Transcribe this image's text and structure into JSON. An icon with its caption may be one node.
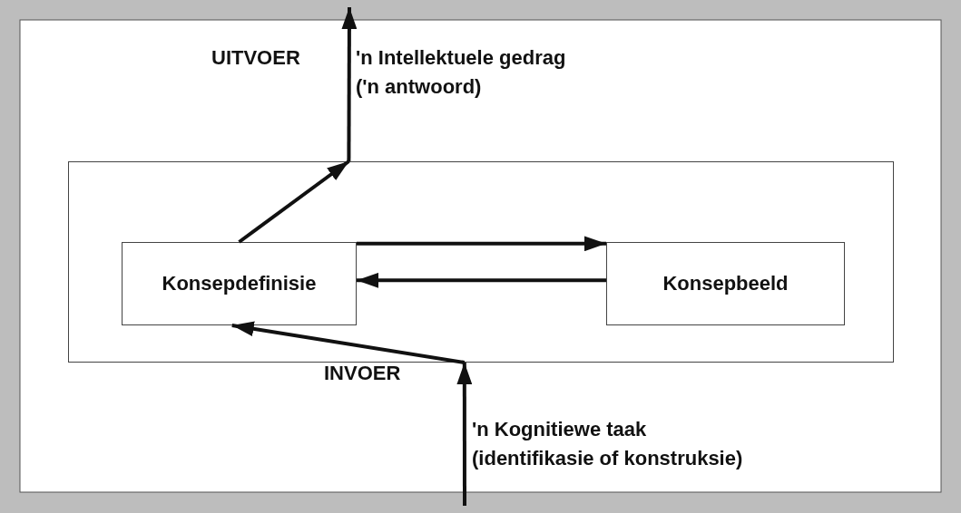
{
  "diagram": {
    "nodes": [
      {
        "text": [],
        "shape": "box"
      },
      {
        "text": [
          "Konsepdefinisie"
        ],
        "in": 0
      },
      {
        "text": [
          "Konsepbeeld"
        ],
        "in": 0
      }
    ],
    "edges": [
      {
        "from": 1,
        "to": 0,
        "arrow": "to"
      },
      {
        "from": 0,
        "to": null,
        "arrow": "to"
      },
      {
        "from": null,
        "to": 0,
        "arrow": "to"
      },
      {
        "from": 0,
        "to": 1,
        "arrow": "to"
      },
      {
        "from": 1,
        "to": 2,
        "arrow": "to"
      },
      {
        "from": 2,
        "to": 1,
        "arrow": "to"
      }
    ],
    "labels": [
      "UITVOER",
      "'n Intellektuele gedrag ('n antwoord)",
      "INVOER",
      "'n Kognitiewe taak (identifikasie of konstruksie)"
    ]
  }
}
